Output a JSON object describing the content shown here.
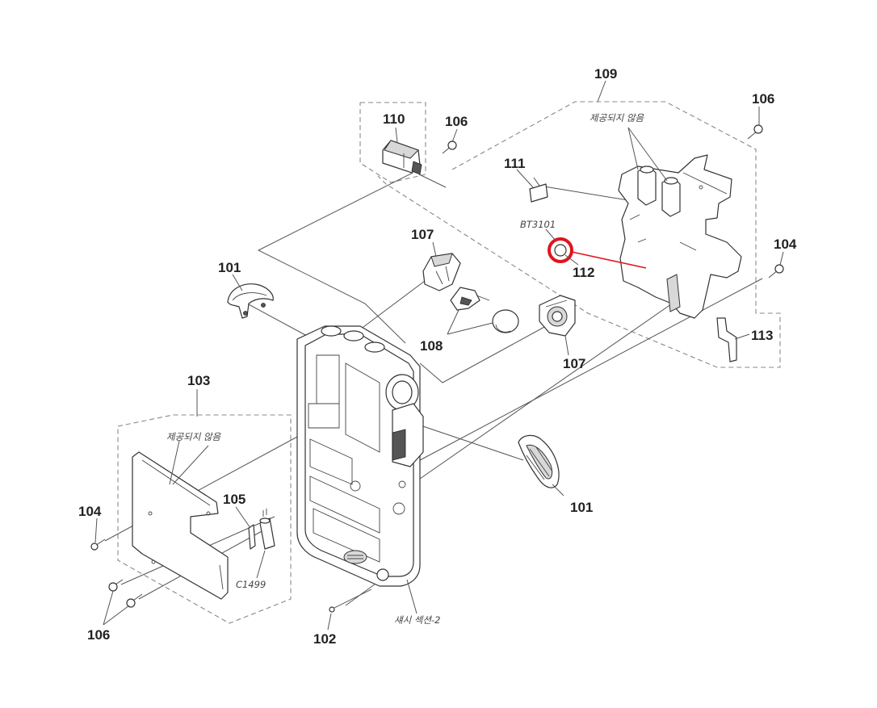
{
  "part_labels": {
    "p101a": "101",
    "p101b": "101",
    "p102": "102",
    "p103": "103",
    "p104a": "104",
    "p104b": "104",
    "p105": "105",
    "p106a": "106",
    "p106b": "106",
    "p106c": "106",
    "p107a": "107",
    "p107b": "107",
    "p108": "108",
    "p109": "109",
    "p110": "110",
    "p111": "111",
    "p112": "112",
    "p113": "113"
  },
  "notes": {
    "not_supplied_1": "제공되지 않음",
    "not_supplied_2": "제공되지 않음",
    "bt3101": "BT3101",
    "c1499": "C1499",
    "chassis_section": "섀시 섹션-2"
  },
  "colors": {
    "highlight": "#e0141e",
    "line": "#333333",
    "dashed": "#888888"
  }
}
